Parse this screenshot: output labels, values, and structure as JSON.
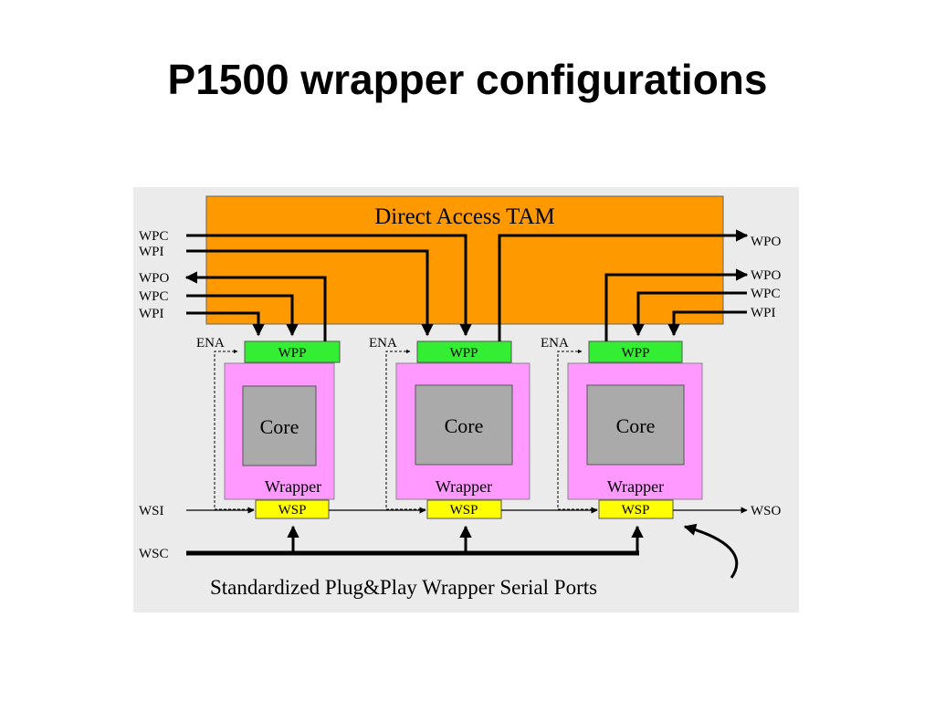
{
  "slide": {
    "title": "P1500 wrapper configurations"
  },
  "diagram": {
    "tam_label": "Direct Access TAM",
    "cores": [
      {
        "core_label": "Core",
        "wrapper_label": "Wrapper",
        "wpp_label": "WPP",
        "wsp_label": "WSP",
        "ena_label": "ENA"
      },
      {
        "core_label": "Core",
        "wrapper_label": "Wrapper",
        "wpp_label": "WPP",
        "wsp_label": "WSP",
        "ena_label": "ENA"
      },
      {
        "core_label": "Core",
        "wrapper_label": "Wrapper",
        "wpp_label": "WPP",
        "wsp_label": "WSP",
        "ena_label": "ENA"
      }
    ],
    "left_pins": {
      "wpc_top": "WPC",
      "wpi_top": "WPI",
      "wpo": "WPO",
      "wpc": "WPC",
      "wpi": "WPI",
      "wsi": "WSI",
      "wsc": "WSC"
    },
    "right_pins": {
      "wpo_top": "WPO",
      "wpo": "WPO",
      "wpc": "WPC",
      "wpi": "WPI",
      "wso": "WSO"
    },
    "caption": "Standardized Plug&Play Wrapper Serial Ports",
    "colors": {
      "background": "#ebebeb",
      "tam": "#ff9900",
      "wrapper": "#ff99ff",
      "core": "#aaaaaa",
      "wpp": "#33ee33",
      "wsp": "#ffff00"
    }
  }
}
